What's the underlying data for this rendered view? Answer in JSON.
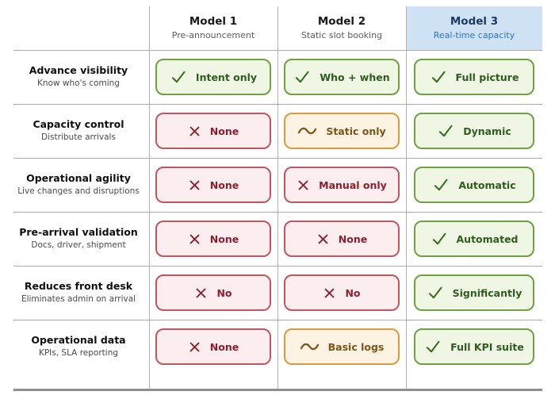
{
  "header": {
    "columns": [
      {
        "title": "Model 1",
        "subtitle": "Pre-announcement",
        "highlight": false
      },
      {
        "title": "Model 2",
        "subtitle": "Static slot booking",
        "highlight": false
      },
      {
        "title": "Model 3",
        "subtitle": "Real-time capacity",
        "highlight": true
      }
    ]
  },
  "rows": [
    {
      "label": "Advance visibility",
      "sublabel": "Know who's coming",
      "cells": [
        {
          "status": "check",
          "text": "Intent only"
        },
        {
          "status": "check",
          "text": "Who + when"
        },
        {
          "status": "check",
          "text": "Full picture"
        }
      ]
    },
    {
      "label": "Capacity control",
      "sublabel": "Distribute arrivals",
      "cells": [
        {
          "status": "cross",
          "text": "None"
        },
        {
          "status": "partial",
          "text": "Static only"
        },
        {
          "status": "check",
          "text": "Dynamic"
        }
      ]
    },
    {
      "label": "Operational agility",
      "sublabel": "Live changes and disruptions",
      "cells": [
        {
          "status": "cross",
          "text": "None"
        },
        {
          "status": "cross",
          "text": "Manual only"
        },
        {
          "status": "check",
          "text": "Automatic"
        }
      ]
    },
    {
      "label": "Pre-arrival validation",
      "sublabel": "Docs, driver, shipment",
      "cells": [
        {
          "status": "cross",
          "text": "None"
        },
        {
          "status": "cross",
          "text": "None"
        },
        {
          "status": "check",
          "text": "Automated"
        }
      ]
    },
    {
      "label": "Reduces front desk",
      "sublabel": "Eliminates admin on arrival",
      "cells": [
        {
          "status": "cross",
          "text": "No"
        },
        {
          "status": "cross",
          "text": "No"
        },
        {
          "status": "check",
          "text": "Significantly"
        }
      ]
    },
    {
      "label": "Operational data",
      "sublabel": "KPIs, SLA reporting",
      "cells": [
        {
          "status": "cross",
          "text": "None"
        },
        {
          "status": "partial",
          "text": "Basic logs"
        },
        {
          "status": "check",
          "text": "Full KPI suite"
        }
      ]
    }
  ],
  "icons": {
    "check": "check-icon",
    "cross": "cross-icon",
    "partial": "tilde-icon"
  },
  "colors": {
    "check_bg": "#eff7e4",
    "check_border": "#6fa043",
    "check_text": "#2d5c1e",
    "cross_bg": "#fceeef",
    "cross_border": "#c15560",
    "cross_text": "#8e1e2d",
    "partial_bg": "#fdf3e2",
    "partial_border": "#d99a40",
    "partial_text": "#7d5414",
    "highlight_bg": "#cfe2f3",
    "highlight_title": "#1b3a5f",
    "highlight_subtitle": "#2e74b5",
    "grid_line": "#ababab",
    "bottom_border": "#8f8f8f"
  }
}
